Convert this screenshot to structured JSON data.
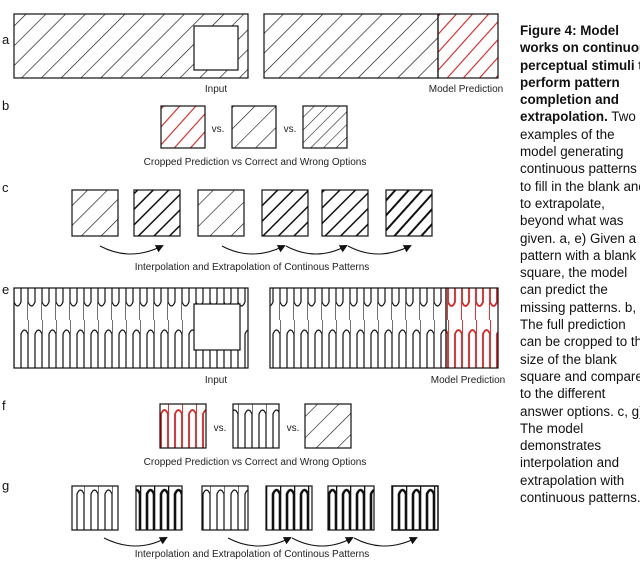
{
  "panel_labels": {
    "a": "a",
    "b": "b",
    "c": "c",
    "e": "e",
    "f": "f",
    "g": "g"
  },
  "captions": {
    "a_input": "Input",
    "a_pred": "Model Prediction",
    "b": "Cropped Prediction vs Correct and Wrong Options",
    "b_vs1": "vs.",
    "b_vs2": "vs.",
    "c": "Interpolation and Extrapolation of Continous Patterns",
    "e_input": "Input",
    "e_pred": "Model Prediction",
    "f": "Cropped Prediction vs Correct and Wrong Options",
    "f_vs1": "vs.",
    "f_vs2": "vs.",
    "g": "Interpolation and Extrapolation of Continous Patterns"
  },
  "colors": {
    "prediction": "#e02020",
    "ink": "#111111"
  },
  "figure_caption": {
    "lines": [
      {
        "text": "Figure 4: Model",
        "bold": true
      },
      {
        "text": "works on continuous",
        "bold": true
      },
      {
        "text": "perceptual stimuli to",
        "bold": true
      },
      {
        "text": "perform pattern",
        "bold": true
      },
      {
        "text": "completion and",
        "bold": true
      },
      {
        "bold_part": "extrapolation.",
        "text": " Two"
      },
      {
        "text": "examples of the"
      },
      {
        "text": "model generating"
      },
      {
        "text": "continuous patterns"
      },
      {
        "text": "to fill in the blank and"
      },
      {
        "text": "to extrapolate,"
      },
      {
        "text": "beyond what was"
      },
      {
        "text": "given. a, e) Given a"
      },
      {
        "text": "pattern with a blank"
      },
      {
        "text": "square, the model"
      },
      {
        "text": "can predict the"
      },
      {
        "text": "missing patterns. b, f)"
      },
      {
        "text": "The full prediction"
      },
      {
        "text": "can be cropped to the"
      },
      {
        "text": "size of the blank"
      },
      {
        "text": "square and compared"
      },
      {
        "text": "to the different"
      },
      {
        "text": "answer options. c, g)"
      },
      {
        "text": "The model"
      },
      {
        "text": "demonstrates"
      },
      {
        "text": "interpolation and"
      },
      {
        "text": "extrapolation with"
      },
      {
        "text": "continuous patterns."
      }
    ]
  }
}
